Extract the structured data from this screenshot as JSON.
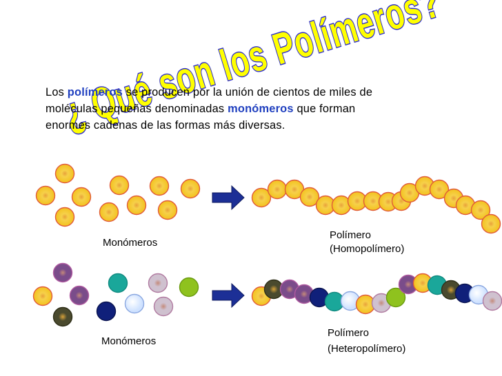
{
  "title": "¿ Qué son los Polímeros?",
  "intro": {
    "p1": "Los ",
    "kw1": "polímeros",
    "p2": " se producen por la unión de cientos de miles de",
    "p3": "moléculas pequeñas denominadas ",
    "kw2": "monómeros",
    "p4": " que forman",
    "p5": "enormes cadenas de las formas más diversas."
  },
  "labels": {
    "monomers_top": "Monómeros",
    "monomers_bottom": "Monómeros",
    "homo_line1": "Polímero",
    "homo_line2": "(Homopolímero)",
    "hetero_line1": "Polímero",
    "hetero_line2": "(Heteropolímero)"
  },
  "colors": {
    "title_fill": "#ffff00",
    "title_stroke": "#2b2bd0",
    "keyword": "#1f3fbf",
    "monomer_yellow": "#f5cf3a",
    "monomer_purple": "#7a4c8a",
    "monomer_teal": "#1aa79a",
    "monomer_navy": "#10207a",
    "monomer_lightblue": "#cfe2ff",
    "monomer_pinkgray": "#cfc1cf",
    "monomer_green": "#8fc21e",
    "monomer_olive": "#4a4a2e",
    "arrow": "#1c2f96"
  }
}
